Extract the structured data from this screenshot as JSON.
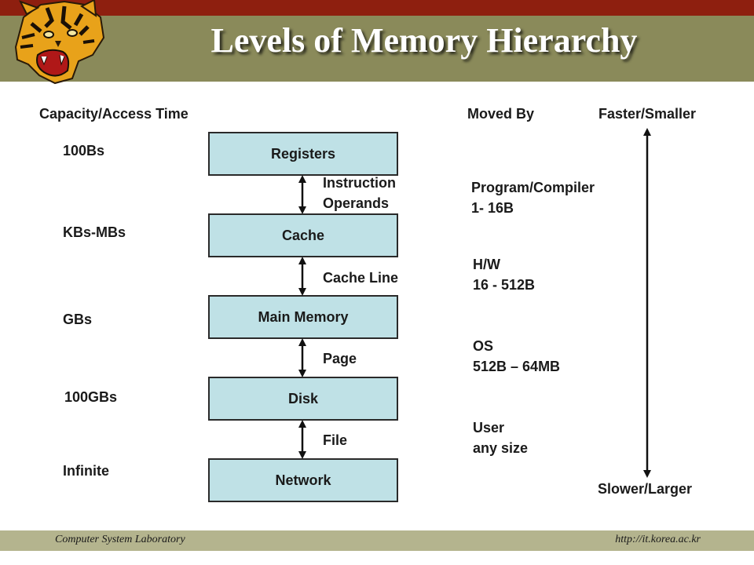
{
  "slide": {
    "title": "Levels of Memory Hierarchy",
    "colors": {
      "top_bar": "#8e1f0f",
      "title_band": "#8a8a5a",
      "box_fill": "#bfe1e6",
      "footer_band": "#b4b48e"
    }
  },
  "headers": {
    "capacity": "Capacity/Access Time",
    "moved_by": "Moved By",
    "faster": "Faster/Smaller",
    "slower": "Slower/Larger"
  },
  "levels": [
    {
      "name": "Registers",
      "capacity": "100Bs"
    },
    {
      "name": "Cache",
      "capacity": "KBs-MBs"
    },
    {
      "name": "Main Memory",
      "capacity": "GBs"
    },
    {
      "name": "Disk",
      "capacity": "100GBs"
    },
    {
      "name": "Network",
      "capacity": "Infinite"
    }
  ],
  "transfers": [
    {
      "unit_lines": [
        "Instruction",
        "Operands"
      ],
      "mover": "Program/Compiler",
      "size": "1- 16B"
    },
    {
      "unit_lines": [
        "Cache Line"
      ],
      "mover": "H/W",
      "size": "16 - 512B"
    },
    {
      "unit_lines": [
        "Page"
      ],
      "mover": "OS",
      "size": "512B – 64MB"
    },
    {
      "unit_lines": [
        "File"
      ],
      "mover": "User",
      "size": "any size"
    }
  ],
  "logo": {
    "icon": "tiger-head-icon"
  },
  "footer": {
    "lab": "Computer System Laboratory",
    "url": "http://it.korea.ac.kr"
  }
}
